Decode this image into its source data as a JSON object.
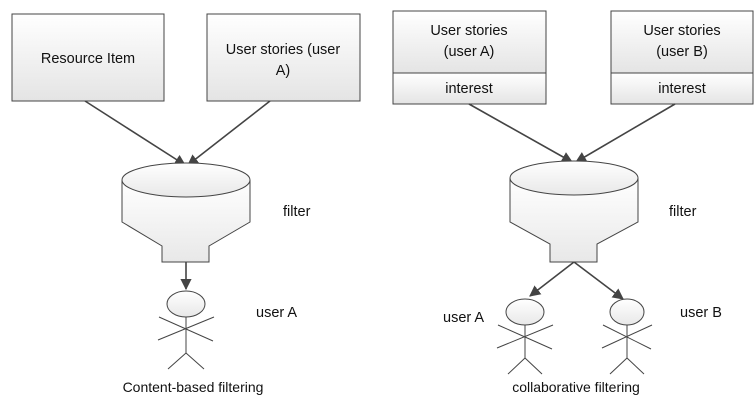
{
  "colors": {
    "box_fill_top": "#ffffff",
    "box_fill_bottom": "#e4e4e4",
    "stroke": "#444444"
  },
  "content_based": {
    "box_resource": "Resource Item",
    "box_user_line1": "User stories (user",
    "box_user_line2": "A)",
    "filter_label": "filter",
    "user_label": "user A",
    "caption": "Content-based filtering"
  },
  "collaborative": {
    "box_a_line1": "User stories",
    "box_a_line2": "(user A)",
    "box_a_sub": "interest",
    "box_b_line1": "User stories",
    "box_b_line2": "(user B)",
    "box_b_sub": "interest",
    "filter_label": "filter",
    "user_a_label": "user A",
    "user_b_label": "user B",
    "caption": "collaborative filtering"
  }
}
